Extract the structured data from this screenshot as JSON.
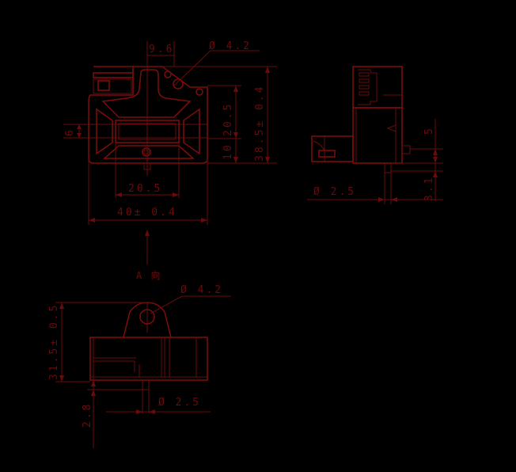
{
  "drawing": {
    "line_color": "#6b0a0a",
    "background": "#000000",
    "front_view": {
      "dim_top_width": "9.6",
      "dim_hole": "Ø 4.2",
      "dim_right_upper": "20.5",
      "dim_right_lower": "10",
      "dim_overall_height": "38.5± 0.4",
      "dim_left": "6",
      "dim_inner_width": "20.5",
      "dim_overall_width": "40± 0.4"
    },
    "side_view": {
      "dim_pin": "Ø 2.5",
      "dim_right_upper": "5",
      "dim_right_lower": "3.1"
    },
    "bottom_view": {
      "view_label": "A 向",
      "dim_hole": "Ø 4.2",
      "dim_height": "31.5± 0.5",
      "dim_pin": "Ø 2.5",
      "dim_pin_length": "2.8"
    }
  }
}
